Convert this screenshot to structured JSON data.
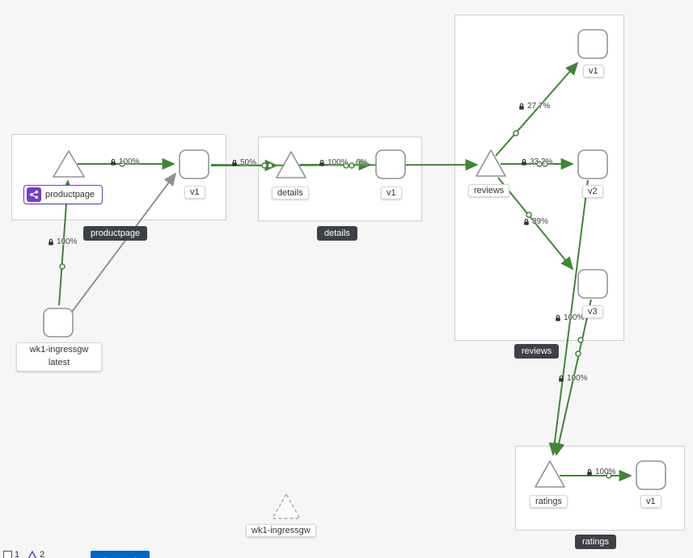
{
  "colors": {
    "edge_healthy_green": "#3e8635",
    "edge_idle_gray": "#8f9194",
    "group_badge_bg": "#3d4046",
    "node_border": "#8f9499",
    "virtual_service_purple": "#6e40c9",
    "legend_button_blue": "#0166c2"
  },
  "groups": {
    "productpage": {
      "badge": "productpage"
    },
    "details": {
      "badge": "details"
    },
    "reviews": {
      "badge": "reviews"
    },
    "ratings": {
      "badge": "ratings"
    }
  },
  "nodes": {
    "productpage_service": {
      "label": "productpage"
    },
    "productpage_v1": {
      "label": "v1"
    },
    "details_service": {
      "label": "details"
    },
    "details_v1": {
      "label": "v1"
    },
    "reviews_service": {
      "label": "reviews"
    },
    "reviews_v1": {
      "label": "v1"
    },
    "reviews_v2": {
      "label": "v2"
    },
    "reviews_v3": {
      "label": "v3"
    },
    "ratings_service": {
      "label": "ratings"
    },
    "ratings_v1": {
      "label": "v1"
    },
    "ingress_workload": {
      "label_line1": "wk1-ingressgw",
      "label_line2": "latest"
    },
    "idle_service": {
      "label": "wk1-ingressgw"
    }
  },
  "edges": {
    "ingress_to_productpage": {
      "label": "100%",
      "mtls": true
    },
    "productpage_to_v1": {
      "label": "100%",
      "mtls": true
    },
    "productpage_v1_to_details": {
      "label": "50%",
      "mtls": true
    },
    "details_to_v1": {
      "label": "100%",
      "mtls": true
    },
    "passthrough_fragment": {
      "label": "6%",
      "mtls": false
    },
    "reviews_to_v1": {
      "label": "27.7%",
      "mtls": true
    },
    "reviews_to_v2": {
      "label": "33.2%",
      "mtls": true
    },
    "reviews_to_v3": {
      "label": "39%",
      "mtls": true
    },
    "reviews_v3_to_ratings": {
      "label": "100%",
      "mtls": true
    },
    "reviews_v2_to_ratings": {
      "label": "100%",
      "mtls": true
    },
    "ratings_to_v1": {
      "label": "100%",
      "mtls": true
    }
  },
  "toolbar": {
    "square_count": "1",
    "triangle_count": "2",
    "legend_label": "Legend"
  }
}
